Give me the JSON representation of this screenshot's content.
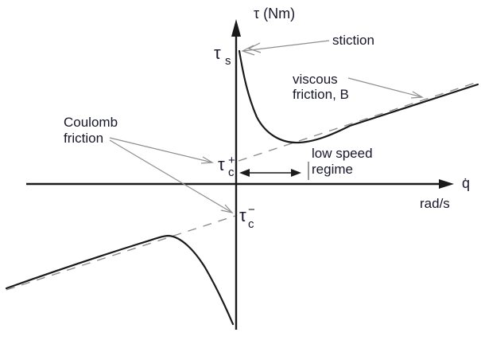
{
  "diagram": {
    "colors": {
      "background": "#ffffff",
      "ink": "#1a1a1a",
      "text": "#17172b",
      "annotation": "#8e8e8e"
    },
    "axes": {
      "y_label": "τ (Nm)",
      "x_label_symbol": "q̇",
      "x_label_units": "rad/s"
    },
    "annotations": {
      "stiction": "stiction",
      "viscous_line1": "viscous",
      "viscous_line2": "friction, B",
      "coulomb_line1": "Coulomb",
      "coulomb_line2": "friction",
      "low_speed_line1": "low speed",
      "low_speed_line2": "regime"
    },
    "symbols": {
      "tau_s": {
        "base": "τ",
        "sub": "s"
      },
      "tau_c_plus": {
        "base": "τ",
        "sub": "c",
        "sup": "+"
      },
      "tau_c_minus": {
        "base": "τ",
        "sub": "c",
        "sup": "−"
      }
    }
  }
}
